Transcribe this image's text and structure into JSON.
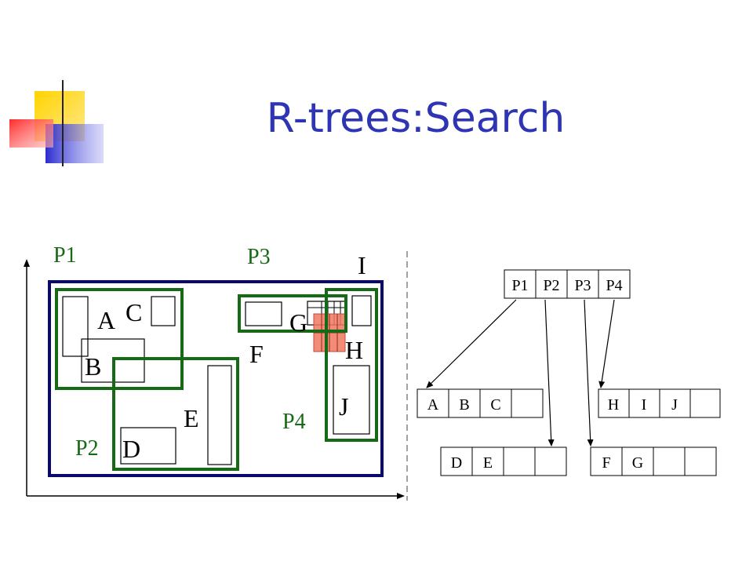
{
  "slide": {
    "title": "R-trees:Search"
  },
  "colors": {
    "title": "#2e35b4",
    "green": "#166a16",
    "navy": "#0a0a6e",
    "query": "#f07860",
    "deco_yellow": "#ffd400",
    "deco_blue": "#3333cc",
    "deco_red": "#ff3333"
  },
  "diagram": {
    "group_labels": {
      "p1": "P1",
      "p2": "P2",
      "p3": "P3",
      "p4": "P4"
    },
    "object_labels": {
      "a": "A",
      "b": "B",
      "c": "C",
      "d": "D",
      "e": "E",
      "f": "F",
      "g": "G",
      "h": "H",
      "i": "I",
      "j": "J"
    }
  },
  "tree": {
    "root": [
      "P1",
      "P2",
      "P3",
      "P4"
    ],
    "leaf_p1": [
      "A",
      "B",
      "C",
      ""
    ],
    "leaf_p2": [
      "D",
      "E",
      "",
      ""
    ],
    "leaf_p3": [
      "F",
      "G",
      "",
      ""
    ],
    "leaf_p4": [
      "H",
      "I",
      "J",
      ""
    ]
  }
}
